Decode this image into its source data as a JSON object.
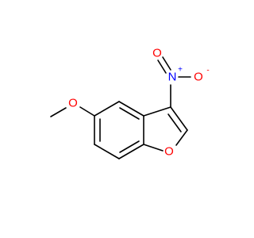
{
  "molecule": {
    "atoms": {
      "methoxy_o": {
        "symbol": "O",
        "color": "#ff0000"
      },
      "ring_o": {
        "symbol": "O",
        "color": "#ff0000"
      },
      "nitro_n": {
        "symbol": "N",
        "color": "#0000ff",
        "charge": "+"
      },
      "nitro_o_top": {
        "symbol": "O",
        "color": "#ff0000"
      },
      "nitro_o_right": {
        "symbol": "O",
        "color": "#ff0000",
        "charge": "-"
      }
    },
    "bond_color": "#000000"
  }
}
